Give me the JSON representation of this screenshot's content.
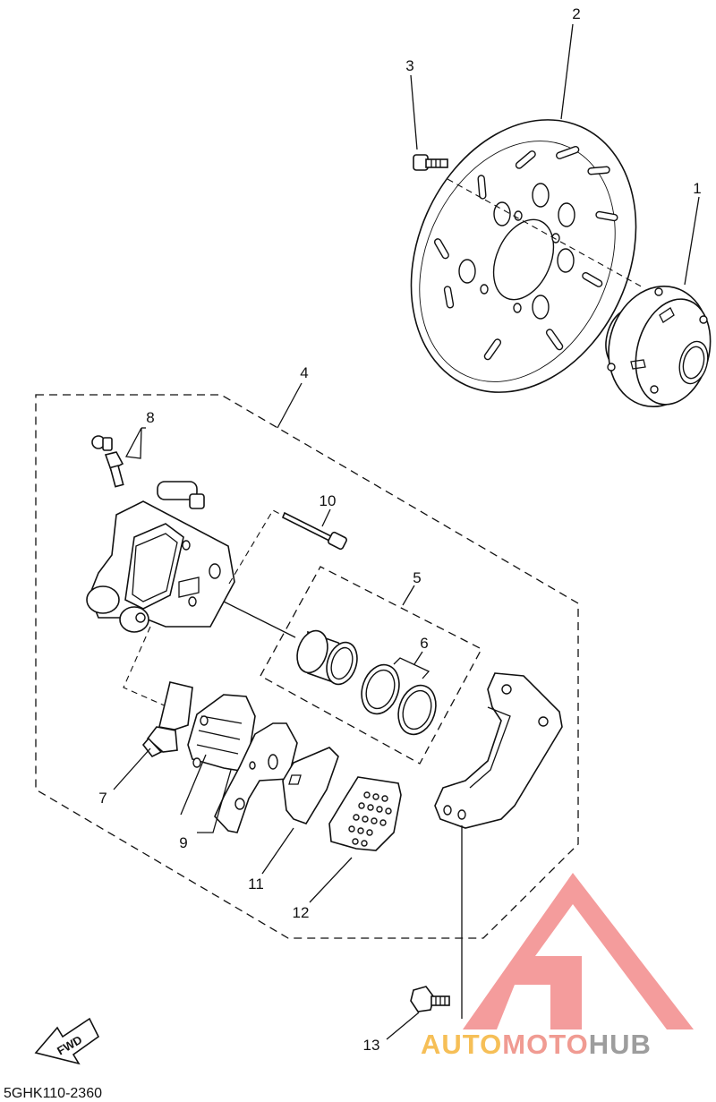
{
  "diagram": {
    "callouts": {
      "c1": "1",
      "c2": "2",
      "c3": "3",
      "c4": "4",
      "c5": "5",
      "c6": "6",
      "c7": "7",
      "c8": "8",
      "c9": "9",
      "c10": "10",
      "c11": "11",
      "c12": "12",
      "c13": "13"
    },
    "fwd_label": "FWD",
    "drawing_code": "5GHK110-2360"
  },
  "watermark": {
    "text_part1": "AUTO",
    "text_part2": "MOTO",
    "text_part3": "HUB",
    "color_triangle": "#f28b8b",
    "color_auto": "#f5b43a",
    "color_moto": "#ee8a80",
    "color_hub": "#8c8c8c"
  }
}
